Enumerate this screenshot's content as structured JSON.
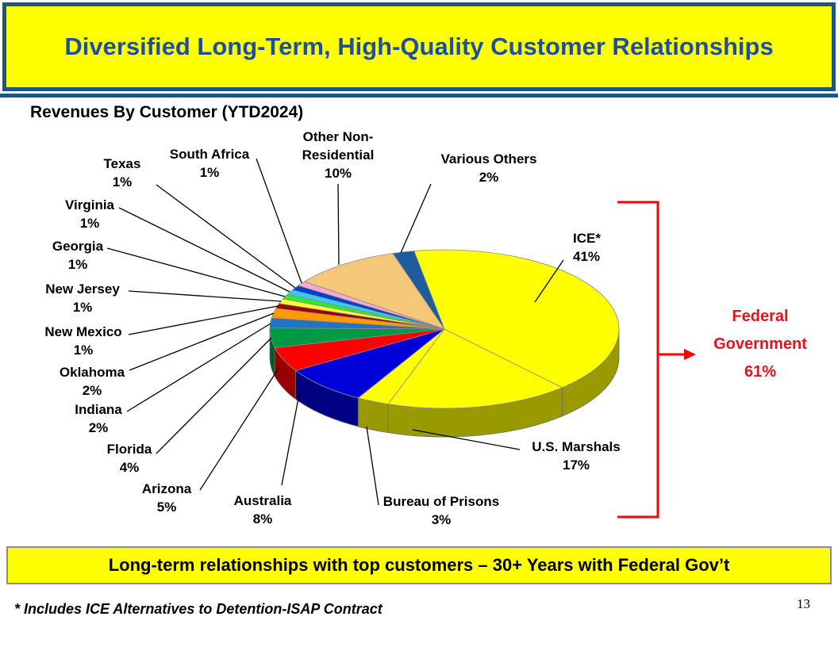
{
  "slide": {
    "title": "Diversified Long-Term, High-Quality Customer Relationships",
    "section_title": "Revenues By Customer (YTD2024)",
    "bottom_banner": "Long-term relationships with top customers – 30+ Years with Federal Gov’t",
    "footnote": "* Includes ICE Alternatives to Detention-ISAP Contract",
    "page_number": "13",
    "colors": {
      "banner_bg": "#FFFF00",
      "banner_border": "#1A5784",
      "title_text": "#1C4FA1",
      "annotation_red": "#E8121C",
      "bracket_red": "#FF0000"
    }
  },
  "chart_data": {
    "type": "pie",
    "title": "Revenues By Customer (YTD2024)",
    "unit": "percent of revenues",
    "slices": [
      {
        "label": "ICE*",
        "value": 41,
        "pct": "41%",
        "color": "#FFFF00"
      },
      {
        "label": "U.S. Marshals",
        "value": 17,
        "pct": "17%",
        "color": "#FFFF00"
      },
      {
        "label": "Bureau of Prisons",
        "value": 3,
        "pct": "3%",
        "color": "#FFFF00"
      },
      {
        "label": "Australia",
        "value": 8,
        "pct": "8%",
        "color": "#0000D8"
      },
      {
        "label": "Arizona",
        "value": 5,
        "pct": "5%",
        "color": "#FF0000"
      },
      {
        "label": "Florida",
        "value": 4,
        "pct": "4%",
        "color": "#009A44"
      },
      {
        "label": "Indiana",
        "value": 2,
        "pct": "2%",
        "color": "#2273C3"
      },
      {
        "label": "Oklahoma",
        "value": 2,
        "pct": "2%",
        "color": "#FF9900"
      },
      {
        "label": "New Mexico",
        "value": 1,
        "pct": "1%",
        "color": "#A00000"
      },
      {
        "label": "New Jersey",
        "value": 1,
        "pct": "1%",
        "color": "#FFFF33"
      },
      {
        "label": "Georgia",
        "value": 1,
        "pct": "1%",
        "color": "#33E633"
      },
      {
        "label": "Virginia",
        "value": 1,
        "pct": "1%",
        "color": "#33CCFF"
      },
      {
        "label": "Texas",
        "value": 1,
        "pct": "1%",
        "color": "#0040D0"
      },
      {
        "label": "South Africa",
        "value": 1,
        "pct": "1%",
        "color": "#FFA8D0"
      },
      {
        "label": "Other Non-Residential",
        "value": 10,
        "pct": "10%",
        "color": "#F4C878"
      },
      {
        "label": "Various Others",
        "value": 2,
        "pct": "2%",
        "color": "#1E5C9E"
      }
    ],
    "annotation": {
      "label": "Federal Government",
      "value": 61,
      "pct": "61%",
      "label_lines": [
        "Federal",
        "Government",
        "61%"
      ]
    },
    "legend_position": "callout-labels",
    "grid": false
  }
}
